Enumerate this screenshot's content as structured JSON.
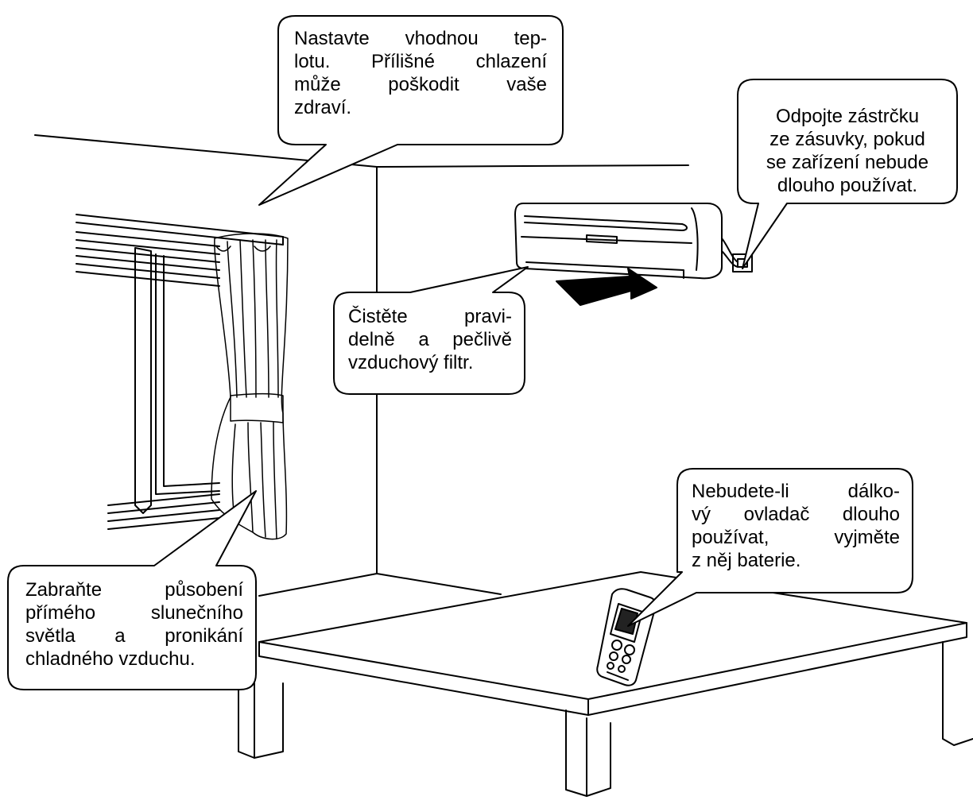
{
  "callouts": {
    "temperature": {
      "lines": [
        "Nastavte vhodnou tep-",
        "lotu. Přílišné chlazení",
        "může poškodit vaše",
        "zdraví."
      ]
    },
    "unplug": {
      "lines": [
        "Odpojte zástrčku",
        "ze zásuvky, pokud",
        "se zařízení nebude",
        "dlouho používat."
      ]
    },
    "filter": {
      "lines": [
        "Čistěte pravi-",
        "delně a pečlivě",
        "vzduchový filtr."
      ]
    },
    "remote": {
      "lines": [
        "Nebudete-li dálko-",
        "vý ovladač dlouho",
        "používat, vyjměte",
        "z něj baterie."
      ]
    },
    "sunlight": {
      "lines": [
        "Zabraňte působení",
        "přímého slunečního",
        "světla a pronikání",
        "chladného vzduchu."
      ]
    }
  },
  "colors": {
    "line": "#000000",
    "background": "#ffffff"
  }
}
